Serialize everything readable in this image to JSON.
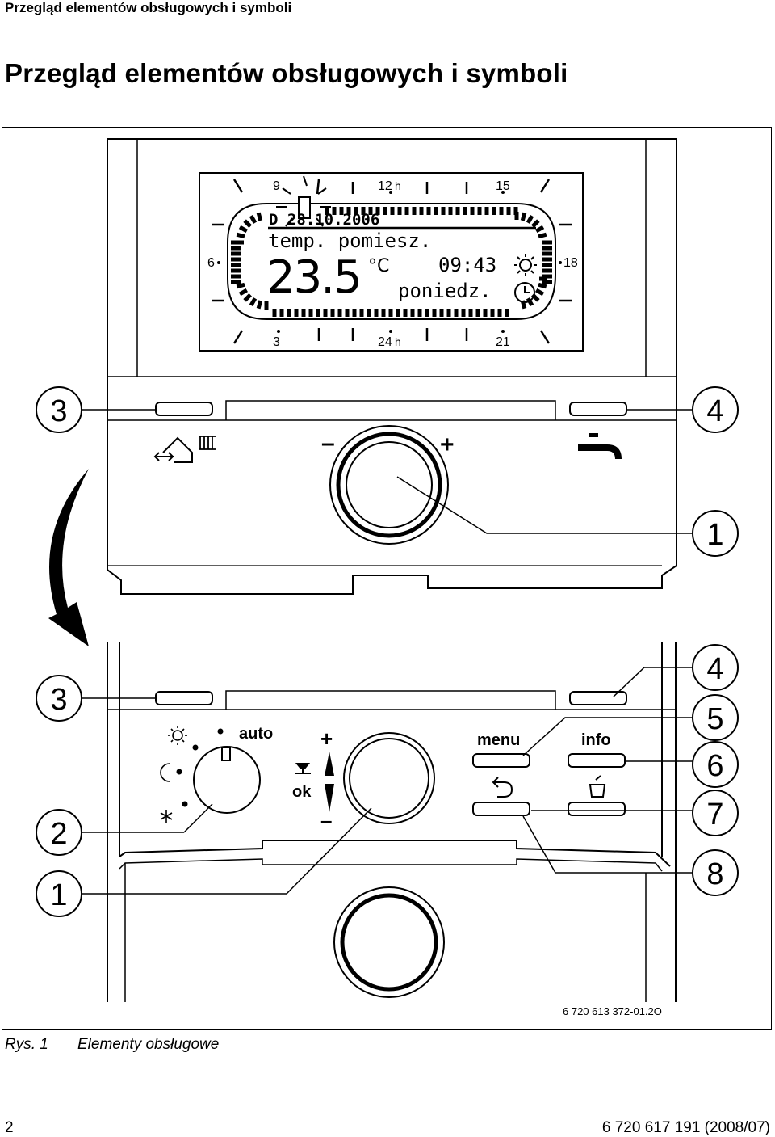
{
  "header": {
    "running_title": "Przegląd elementów obsługowych i symboli"
  },
  "title": "Przegląd elementów obsługowych i symboli",
  "figure": {
    "lcd": {
      "hours_top": [
        "9",
        "12",
        "h",
        "15"
      ],
      "hour_left": "6",
      "hour_right": "18",
      "hours_bottom": [
        "3",
        "24",
        "h",
        "21"
      ],
      "date_line": "D   28.10.2006",
      "label": "temp. pomiesz.",
      "temperature": "23.5",
      "unit": "°C",
      "time": "09:43",
      "weekday": "poniedz."
    },
    "upper_panel": {
      "minus": "–",
      "plus": "+"
    },
    "lower_panel": {
      "auto": "auto",
      "plus": "+",
      "minus": "–",
      "ok": "ok",
      "menu": "menu",
      "info": "info"
    },
    "callouts": [
      "3",
      "4",
      "1",
      "4",
      "3",
      "5",
      "6",
      "2",
      "7",
      "1",
      "8"
    ],
    "figure_code": "6 720 613 372-01.2O"
  },
  "caption": {
    "number": "Rys. 1",
    "text": "Elementy obsługowe"
  },
  "footer": {
    "page": "2",
    "doc": "6 720 617 191 (2008/07)"
  },
  "icons": [
    "sun-icon",
    "clock-icon",
    "house-radiator-icon",
    "tap-icon",
    "moon-icon",
    "snowflake-icon",
    "tap-ok-icon",
    "back-arrow-icon",
    "trash-icon",
    "curved-arrow-icon"
  ]
}
